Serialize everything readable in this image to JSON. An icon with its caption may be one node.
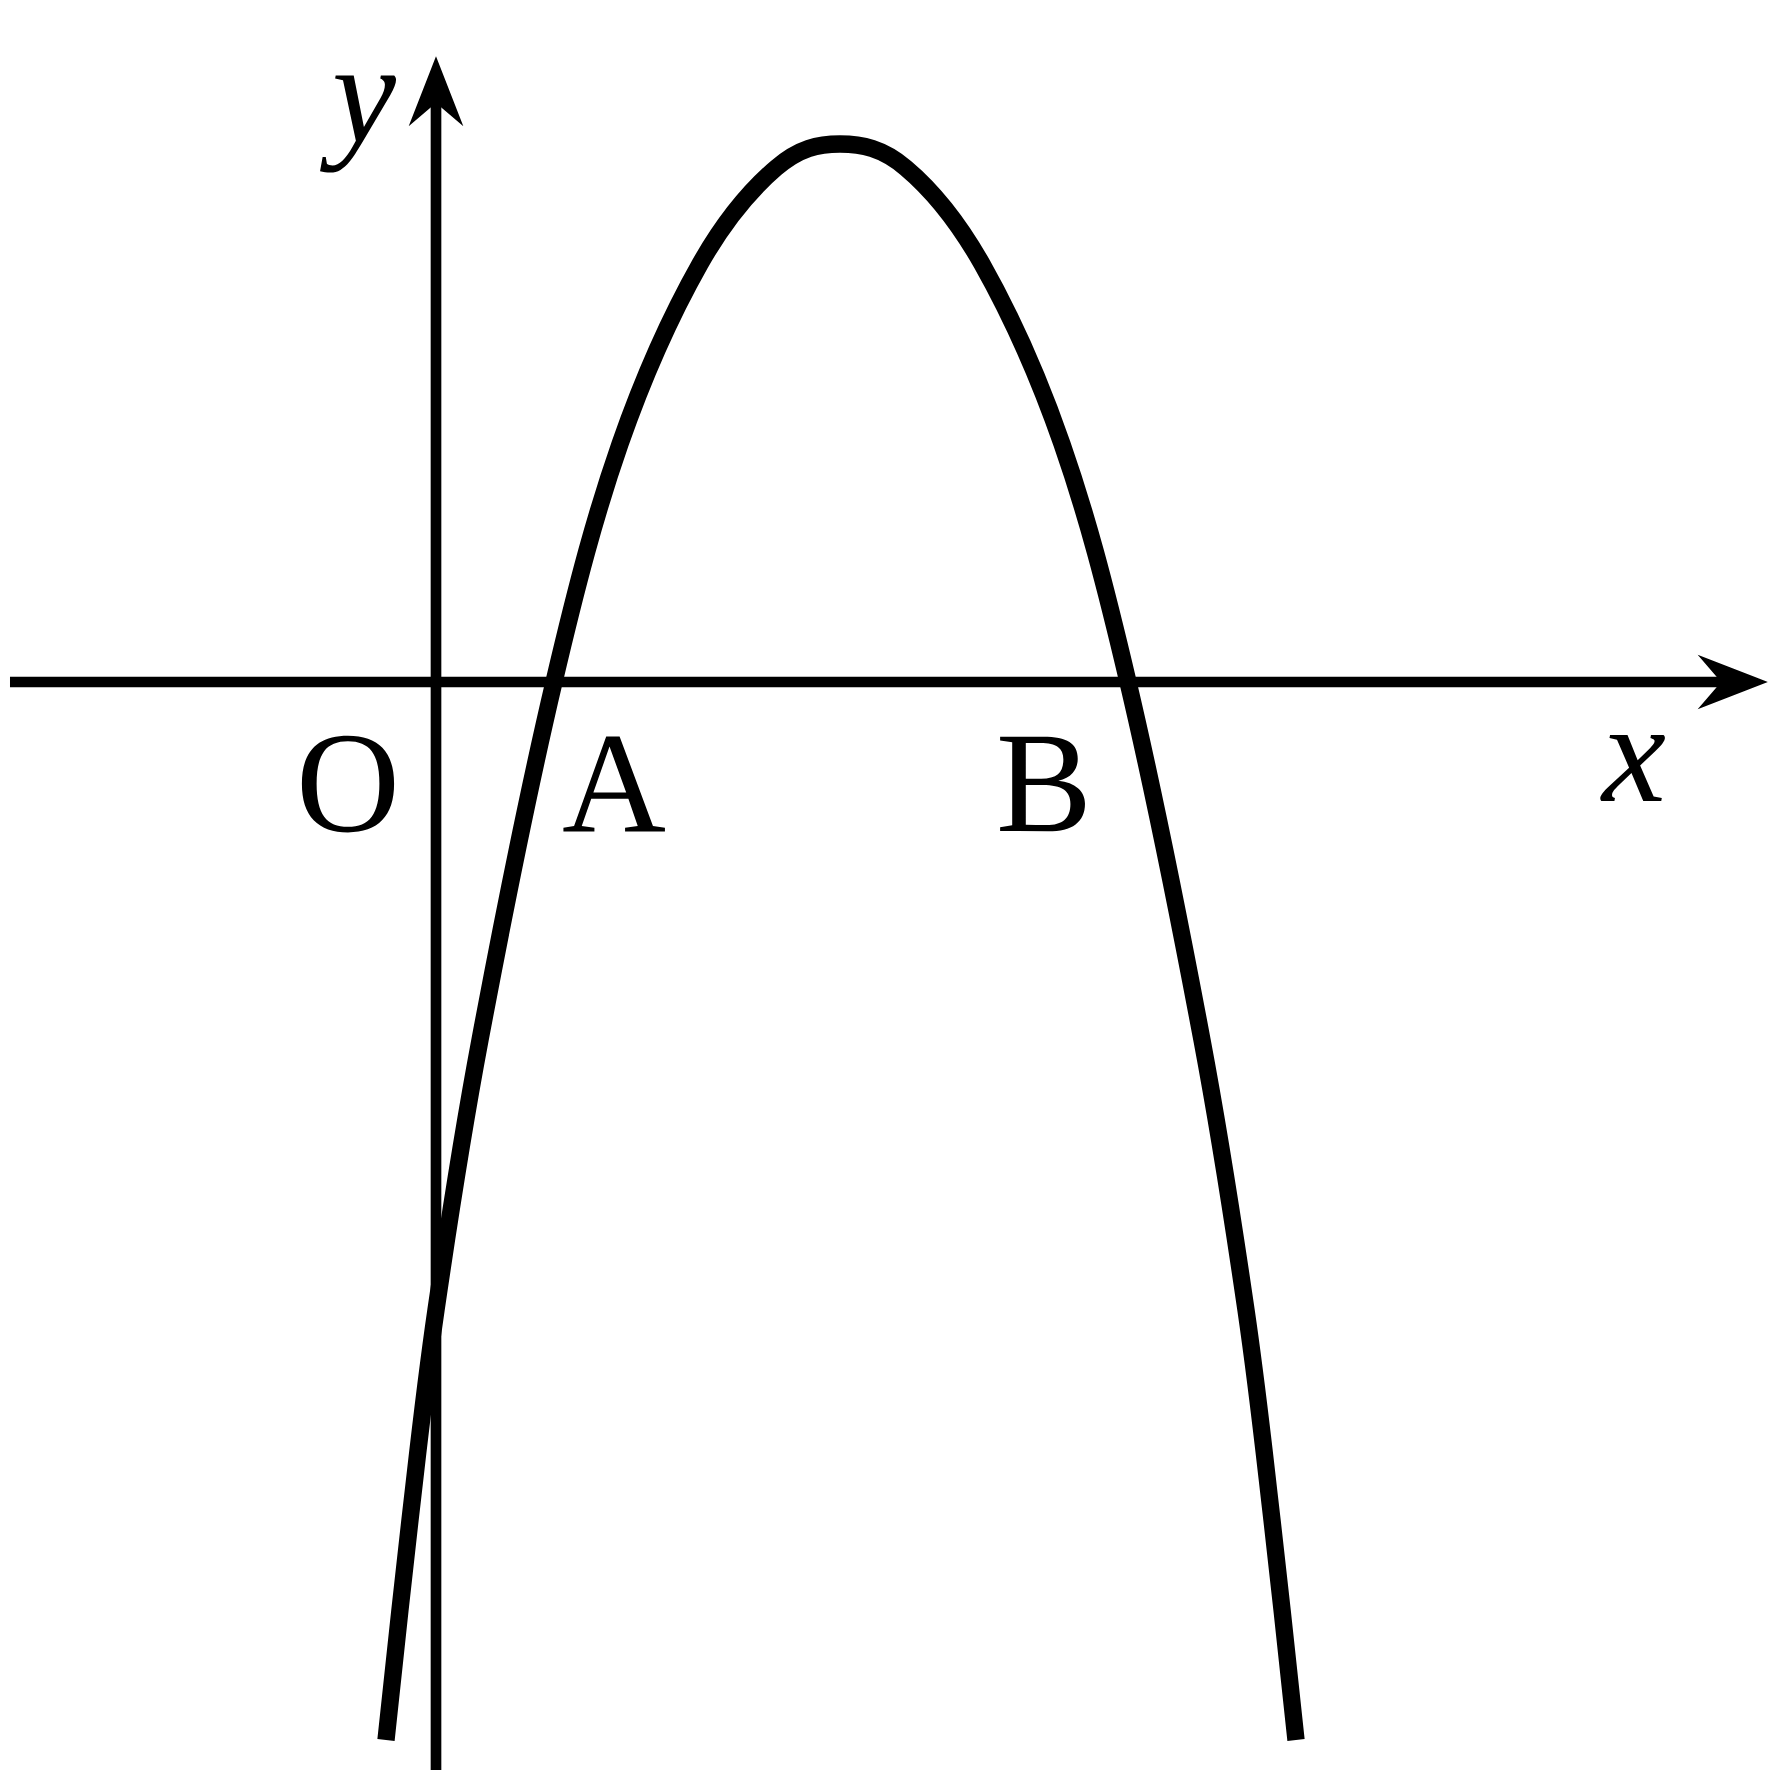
{
  "diagram": {
    "labels": [
      "y",
      "O",
      "A",
      "B",
      "x"
    ]
  }
}
